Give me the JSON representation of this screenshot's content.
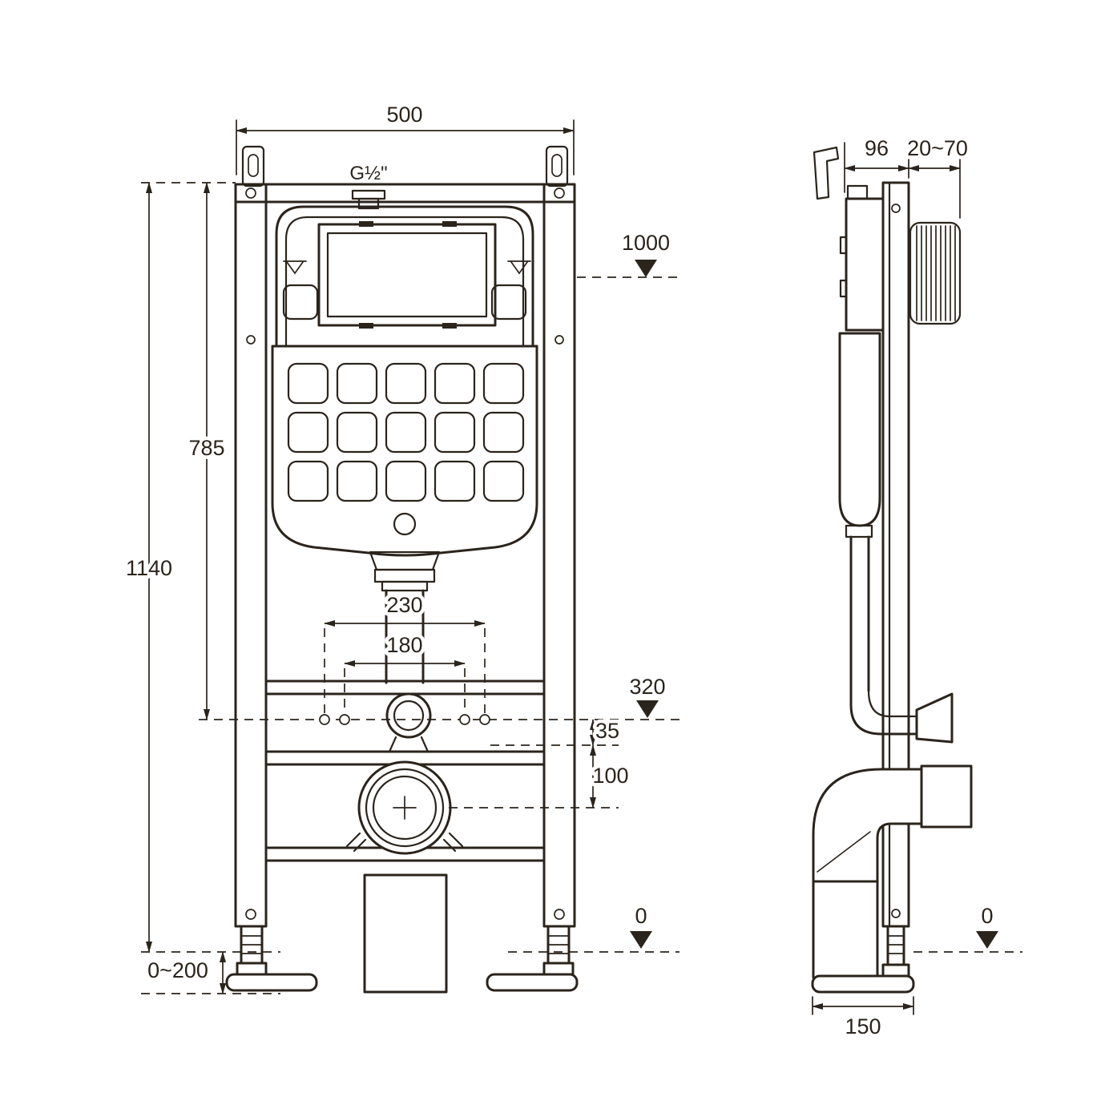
{
  "drawing": {
    "description": "Technical installation drawing of a concealed WC cistern frame, front and side views",
    "ink_color": "#2b241c",
    "background_color": "#ffffff"
  },
  "front_view": {
    "width_top": "500",
    "thread_label": "G½\"",
    "level_1000": "1000",
    "height_785": "785",
    "height_1140": "1140",
    "spacing_230": "230",
    "spacing_180": "180",
    "level_320": "320",
    "offset_35": "35",
    "offset_100": "100",
    "adjust_range": "0~200",
    "level_0": "0"
  },
  "side_view": {
    "depth_96": "96",
    "wall_distance": "20~70",
    "depth_150": "150",
    "level_0": "0"
  }
}
